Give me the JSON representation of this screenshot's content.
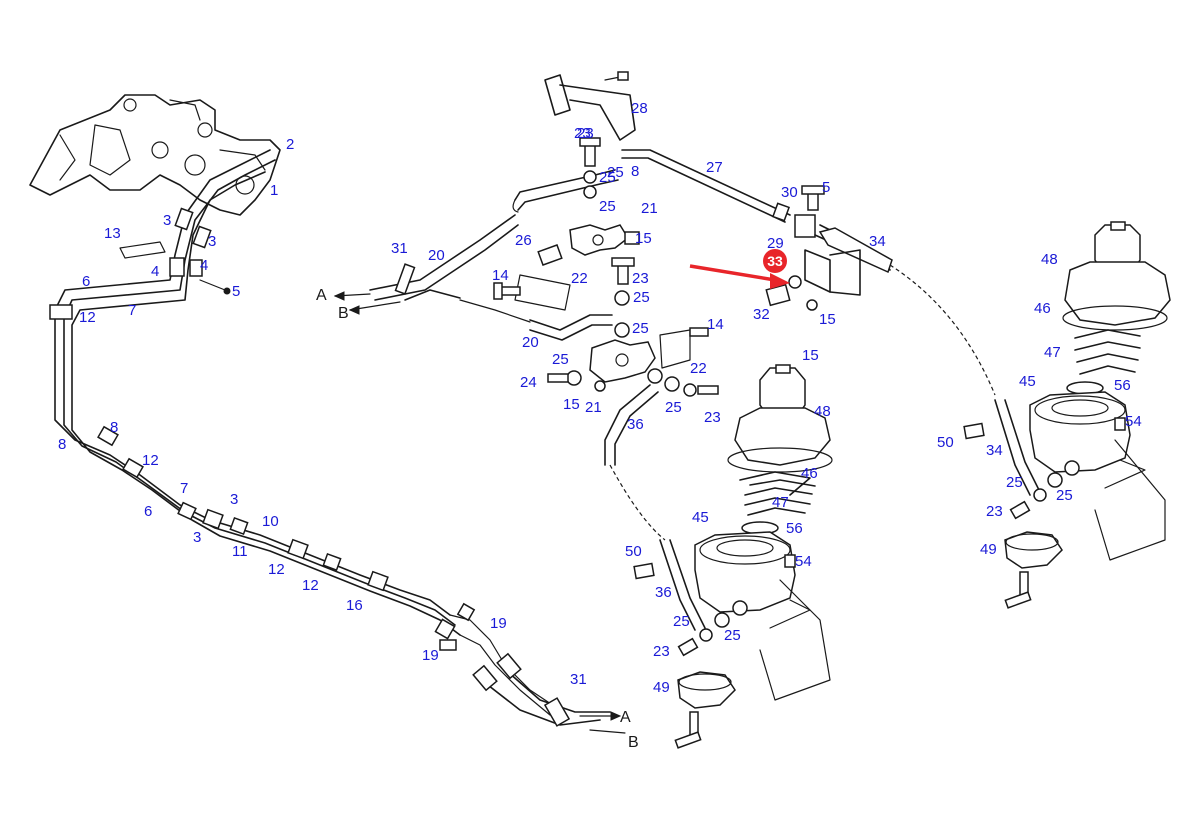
{
  "highlight": {
    "part": "33",
    "color": "#e8252a"
  },
  "accent_colors": {
    "callout": "#1a1ad6",
    "arrow": "#e8252a",
    "line": "#1a1a1a"
  },
  "callouts": [
    "1",
    "2",
    "3",
    "3",
    "4",
    "4",
    "5",
    "6",
    "7",
    "8",
    "8",
    "12",
    "12",
    "7",
    "3",
    "6",
    "3",
    "10",
    "11",
    "12",
    "12",
    "16",
    "19",
    "19",
    "31",
    "13",
    "31",
    "20",
    "14",
    "26",
    "21",
    "25",
    "25",
    "15",
    "23",
    "23",
    "25",
    "22",
    "25",
    "20",
    "25",
    "14",
    "22",
    "24",
    "15",
    "21",
    "25",
    "23",
    "36",
    "28",
    "27",
    "8",
    "23",
    "25",
    "30",
    "5",
    "29",
    "34",
    "32",
    "15",
    "15",
    "48",
    "46",
    "47",
    "45",
    "56",
    "54",
    "50",
    "36",
    "25",
    "25",
    "23",
    "49",
    "48",
    "46",
    "47",
    "45",
    "56",
    "54",
    "50",
    "34",
    "25",
    "25",
    "23",
    "49"
  ],
  "flow_labels": {
    "a_left": "A",
    "b_left": "B",
    "a_right": "A",
    "b_right": "B"
  }
}
